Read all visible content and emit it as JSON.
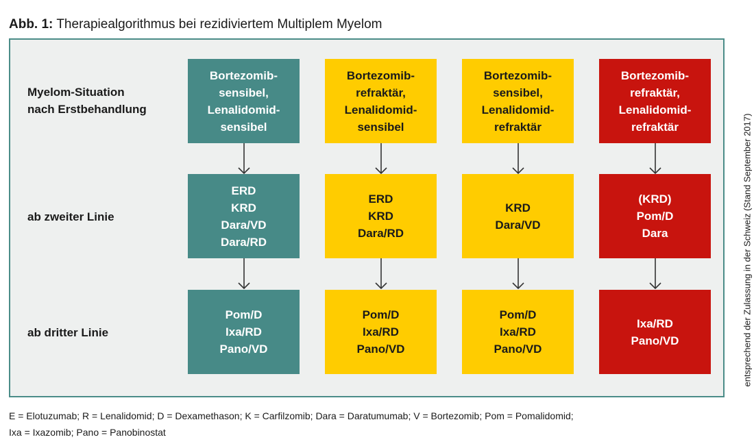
{
  "title": {
    "prefix": "Abb. 1:",
    "text": " Therapiealgorithmus bei rezidiviertem Multiplem Myelom"
  },
  "row_labels": [
    [
      "Myelom-Situation",
      "nach Erstbehandlung"
    ],
    [
      "ab zweiter Linie"
    ],
    [
      "ab dritter Linie"
    ]
  ],
  "columns": [
    {
      "color": "teal",
      "situation": [
        "Bortezomib-",
        "sensibel,",
        "Lenalidomid-",
        "sensibel"
      ],
      "second_line": [
        "ERD",
        "KRD",
        "Dara/VD",
        "Dara/RD"
      ],
      "third_line": [
        "Pom/D",
        "Ixa/RD",
        "Pano/VD"
      ]
    },
    {
      "color": "yellow",
      "situation": [
        "Bortezomib-",
        "refraktär,",
        "Lenalidomid-",
        "sensibel"
      ],
      "second_line": [
        "ERD",
        "KRD",
        "Dara/RD"
      ],
      "third_line": [
        "Pom/D",
        "Ixa/RD",
        "Pano/VD"
      ]
    },
    {
      "color": "yellow",
      "situation": [
        "Bortezomib-",
        "sensibel,",
        "Lenalidomid-",
        "refraktär"
      ],
      "second_line": [
        "KRD",
        "Dara/VD"
      ],
      "third_line": [
        "Pom/D",
        "Ixa/RD",
        "Pano/VD"
      ]
    },
    {
      "color": "red",
      "situation": [
        "Bortezomib-",
        "refraktär,",
        "Lenalidomid-",
        "refraktär"
      ],
      "second_line": [
        "(KRD)",
        "Pom/D",
        "Dara"
      ],
      "third_line": [
        "Ixa/RD",
        "Pano/VD"
      ]
    }
  ],
  "side_note": "entsprechend der Zulassung in der Schweiz (Stand September 2017)",
  "footnote": [
    "E = Elotuzumab; R = Lenalidomid; D = Dexamethason; K = Carfilzomib; Dara = Daratumumab; V = Bortezomib; Pom = Pomalidomid;",
    "Ixa = Ixazomib; Pano = Panobinostat"
  ],
  "colors": {
    "teal": "#478a87",
    "yellow": "#ffcc00",
    "red": "#c8140e",
    "panel_bg": "#eef0ef",
    "panel_border": "#4a8c88"
  }
}
